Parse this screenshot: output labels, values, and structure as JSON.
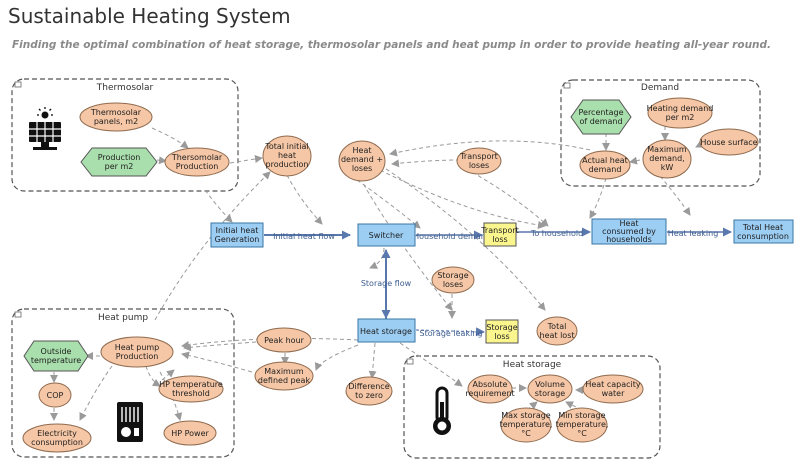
{
  "header": {
    "title": "Sustainable Heating System",
    "subtitle": "Finding the optimal combination of heat storage, thermosolar panels and heat pump in order to provide heating all-year round."
  },
  "groups": {
    "thermosolar": "Thermosolar",
    "demand": "Demand",
    "heat_pump": "Heat pump",
    "heat_storage": "Heat storage"
  },
  "nodes": {
    "thermosolar_panels": [
      "Thermosolar",
      "panels, m2"
    ],
    "production_per_m2": [
      "Production",
      "per m2"
    ],
    "thermosolar_production": [
      "Thersomolar",
      "Production"
    ],
    "total_initial_heat_production": [
      "Total initial",
      "heat",
      "production"
    ],
    "heat_demand_losses": [
      "Heat",
      "demand +",
      "loses"
    ],
    "transport_loses": [
      "Transport",
      "loses"
    ],
    "percentage_of_demand": [
      "Percentage",
      "of demand"
    ],
    "heating_demand_per_m2": [
      "Heating demand",
      "per m2"
    ],
    "maximum_demand_kw": [
      "Maximum",
      "demand,",
      "kW"
    ],
    "house_surface": [
      "House surface"
    ],
    "actual_heat_demand": [
      "Actual heat",
      "demand"
    ],
    "initial_heat_generation": [
      "Initial heat",
      "Generation"
    ],
    "switcher": [
      "Switcher"
    ],
    "transport_loss": [
      "Transport",
      "loss"
    ],
    "heat_consumed_by_households": [
      "Heat",
      "consumed by",
      "households"
    ],
    "total_heat_consumption": [
      "Total Heat",
      "consumption"
    ],
    "storage_loses": [
      "Storage",
      "loses"
    ],
    "heat_storage": [
      "Heat storage"
    ],
    "storage_loss": [
      "Storage",
      "loss"
    ],
    "total_heat_lost": [
      "Total",
      "heat lost"
    ],
    "outside_temperature": [
      "Outside",
      "temperature"
    ],
    "heat_pump_production": [
      "Heat pump",
      "Production"
    ],
    "peak_hour": [
      "Peak hour"
    ],
    "cop": [
      "COP"
    ],
    "hp_temperature_threshold": [
      "HP temperature",
      "threshold"
    ],
    "maximum_defined_peak": [
      "Maximum",
      "defined peak"
    ],
    "difference_to_zero": [
      "Difference",
      "to zero"
    ],
    "electricity_consumption": [
      "Electricity",
      "consumption"
    ],
    "hp_power": [
      "HP Power"
    ],
    "absolute_requirement": [
      "Absolute",
      "requirement"
    ],
    "volume_storage": [
      "Volume",
      "storage"
    ],
    "heat_capacity_water": [
      "Heat capacity",
      "water"
    ],
    "max_storage_temperature": [
      "Max storage",
      "temperature,",
      "°C"
    ],
    "min_storage_temperature": [
      "Min storage",
      "temperature,",
      "°C"
    ]
  },
  "flows": {
    "initial_heat_flow": "Initial heat flow",
    "household_demand": "Household demand",
    "to_household": "To household",
    "heat_leaking": "Heat leaking",
    "storage_flow": "Storage flow",
    "storage_leaking": "Storage leaking"
  },
  "icons": [
    "solar-panel-icon",
    "thermometer-icon",
    "heat-pump-icon",
    "group-link-icon"
  ],
  "colors": {
    "oval_fill": "#f6c7a6",
    "variable_fill": "#a9dfad",
    "stock_fill": "#9ccdf3",
    "loss_fill": "#fbf58e",
    "flow_line": "#5978ad"
  }
}
